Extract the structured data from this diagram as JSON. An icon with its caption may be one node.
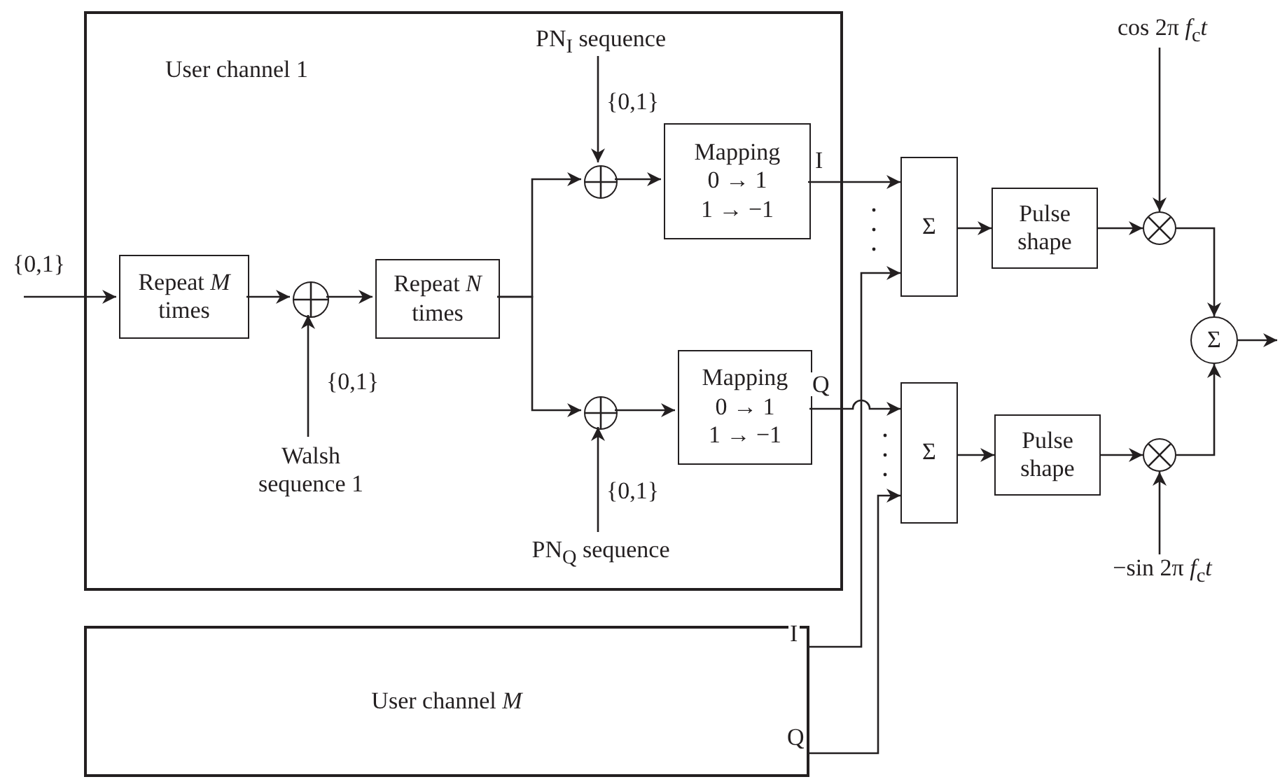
{
  "diagram": {
    "nodes": [
      {
        "text": [
          "User channel 1"
        ]
      },
      {
        "text": [
          "Repeat *M* times"
        ],
        "in": 0
      },
      {
        "text": [],
        "shape": "circle",
        "in": 0
      },
      {
        "text": [
          "Repeat *N* times"
        ],
        "in": 0
      },
      {
        "text": [],
        "shape": "circle",
        "in": 0
      },
      {
        "text": [
          "Mapping",
          "0 → 1",
          "1 → −1"
        ],
        "in": 0
      },
      {
        "text": [],
        "shape": "circle",
        "in": 0
      },
      {
        "text": [
          "Mapping",
          "0 → 1",
          "1 → −1"
        ],
        "in": 0
      },
      {
        "text": [
          "Walsh sequence 1"
        ],
        "in": 0
      },
      {
        "text": [
          "PN$_{I}$ sequence"
        ],
        "in": 0
      },
      {
        "text": [
          "PN$_{Q}$ sequence"
        ],
        "in": 0
      },
      {
        "text": [
          "Σ"
        ]
      },
      {
        "text": [
          "Σ"
        ]
      },
      {
        "text": [
          "Pulse shape"
        ]
      },
      {
        "text": [
          "Pulse shape"
        ]
      },
      {
        "text": [],
        "shape": "circle"
      },
      {
        "text": [],
        "shape": "circle"
      },
      {
        "text": [
          "cos 2π *f*$_{c}$*t*"
        ]
      },
      {
        "text": [
          "−sin 2π *f*$_{c}$*t*"
        ]
      },
      {
        "text": [
          "Σ"
        ]
      },
      {
        "text": [
          "User channel *M*"
        ]
      }
    ],
    "edges": [
      {
        "from": null,
        "to": 1,
        "arrow": "to",
        "label": "{0,1}"
      },
      {
        "from": 1,
        "to": 2,
        "arrow": "to"
      },
      {
        "from": 8,
        "to": 2,
        "arrow": "to",
        "label": "{0,1}"
      },
      {
        "from": 2,
        "to": 3,
        "arrow": "to"
      },
      {
        "from": 3,
        "to": 4,
        "arrow": "to"
      },
      {
        "from": 3,
        "to": 6,
        "arrow": "to"
      },
      {
        "from": 9,
        "to": 4,
        "arrow": "to",
        "label": "{0,1}"
      },
      {
        "from": 10,
        "to": 6,
        "arrow": "to",
        "label": "{0,1}"
      },
      {
        "from": 4,
        "to": 5,
        "arrow": "to"
      },
      {
        "from": 6,
        "to": 7,
        "arrow": "to"
      },
      {
        "from": 5,
        "to": 11,
        "arrow": "to",
        "label": "I"
      },
      {
        "from": 7,
        "to": 12,
        "arrow": "to",
        "label": "Q"
      },
      {
        "from": 20,
        "to": 11,
        "arrow": "to",
        "label": "I"
      },
      {
        "from": 20,
        "to": 12,
        "arrow": "to",
        "label": "Q"
      },
      {
        "from": 11,
        "to": 13,
        "arrow": "to"
      },
      {
        "from": 12,
        "to": 14,
        "arrow": "to"
      },
      {
        "from": 13,
        "to": 15,
        "arrow": "to"
      },
      {
        "from": 14,
        "to": 16,
        "arrow": "to"
      },
      {
        "from": 17,
        "to": 15,
        "arrow": "to"
      },
      {
        "from": 18,
        "to": 16,
        "arrow": "to"
      },
      {
        "from": 15,
        "to": 19,
        "arrow": "to"
      },
      {
        "from": 16,
        "to": 19,
        "arrow": "to"
      },
      {
        "from": 19,
        "to": null,
        "arrow": "to"
      }
    ]
  }
}
